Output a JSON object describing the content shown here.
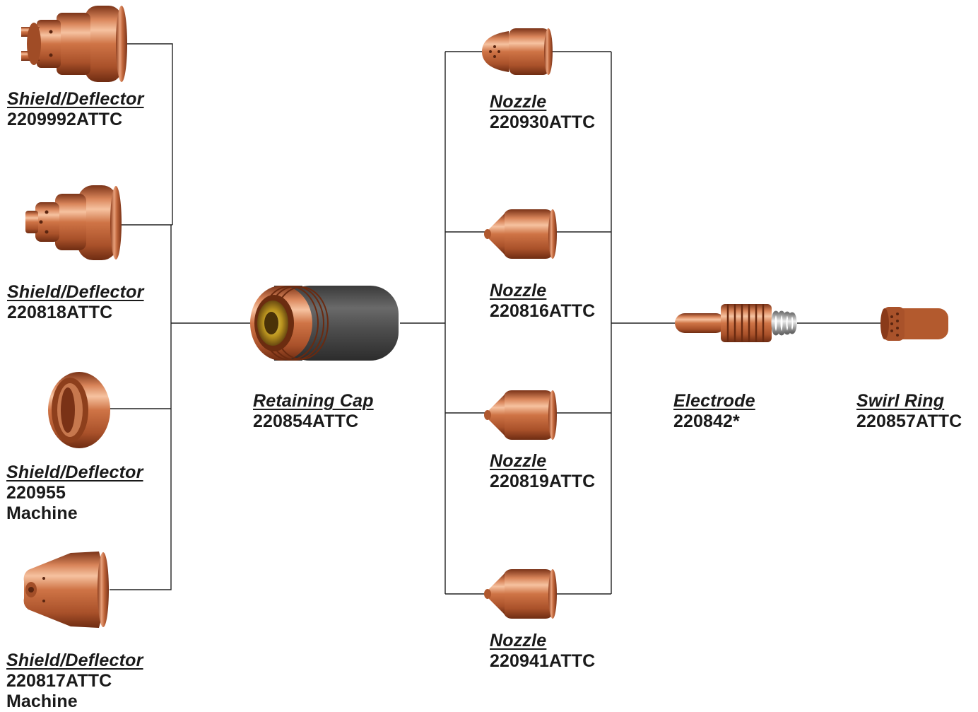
{
  "shields": [
    {
      "title": "Shield/Deflector",
      "lines": [
        "2209992ATTC"
      ]
    },
    {
      "title": "Shield/Deflector",
      "lines": [
        "220818ATTC"
      ]
    },
    {
      "title": "Shield/Deflector",
      "lines": [
        "220955",
        "Machine"
      ]
    },
    {
      "title": "Shield/Deflector",
      "lines": [
        "220817ATTC",
        "Machine"
      ]
    }
  ],
  "retaining_cap": {
    "title": "Retaining Cap",
    "lines": [
      "220854ATTC"
    ]
  },
  "nozzles": [
    {
      "title": "Nozzle",
      "lines": [
        "220930ATTC"
      ]
    },
    {
      "title": "Nozzle",
      "lines": [
        "220816ATTC"
      ]
    },
    {
      "title": "Nozzle",
      "lines": [
        "220819ATTC"
      ]
    },
    {
      "title": "Nozzle",
      "lines": [
        "220941ATTC"
      ]
    }
  ],
  "electrode": {
    "title": "Electrode",
    "lines": [
      "220842*"
    ]
  },
  "swirl_ring": {
    "title": "Swirl Ring",
    "lines": [
      "220857ATTC"
    ]
  },
  "colors": {
    "copper": "#c86a3c",
    "copper_light": "#f0a878",
    "copper_dark": "#8a3a1a",
    "cap_body": "#4a4a4a",
    "line": "#222222"
  }
}
